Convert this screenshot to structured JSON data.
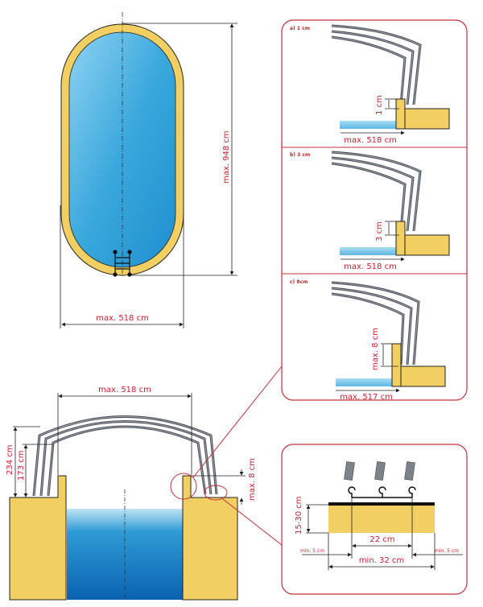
{
  "top_view": {
    "length_label": "max. 948 cm",
    "width_label": "max. 518 cm"
  },
  "section_view": {
    "width_label": "max. 518 cm",
    "height_outer_label": "234 cm",
    "height_inner_label": "173 cm",
    "wall_height_label": "max. 8 cm"
  },
  "detail_panels": [
    {
      "title": "a) 1 cm",
      "dim_label": "1 cm",
      "width_label": "max. 518 cm"
    },
    {
      "title": "b) 3 cm",
      "dim_label": "3 cm",
      "width_label": "max. 518 cm"
    },
    {
      "title": "c) 8cm",
      "dim_label": "max. 8 cm",
      "width_label": "max. 517 cm"
    }
  ],
  "rail_detail": {
    "height_label": "15-30 cm",
    "rail_width_label": "22 cm",
    "margin_left_label": "min. 5 cm",
    "margin_right_label": "min. 5 cm",
    "base_width_label": "min. 32 cm"
  },
  "colors": {
    "accent": "#c8202f",
    "sand": "#f2cf62",
    "water": "#2a9fd8"
  }
}
